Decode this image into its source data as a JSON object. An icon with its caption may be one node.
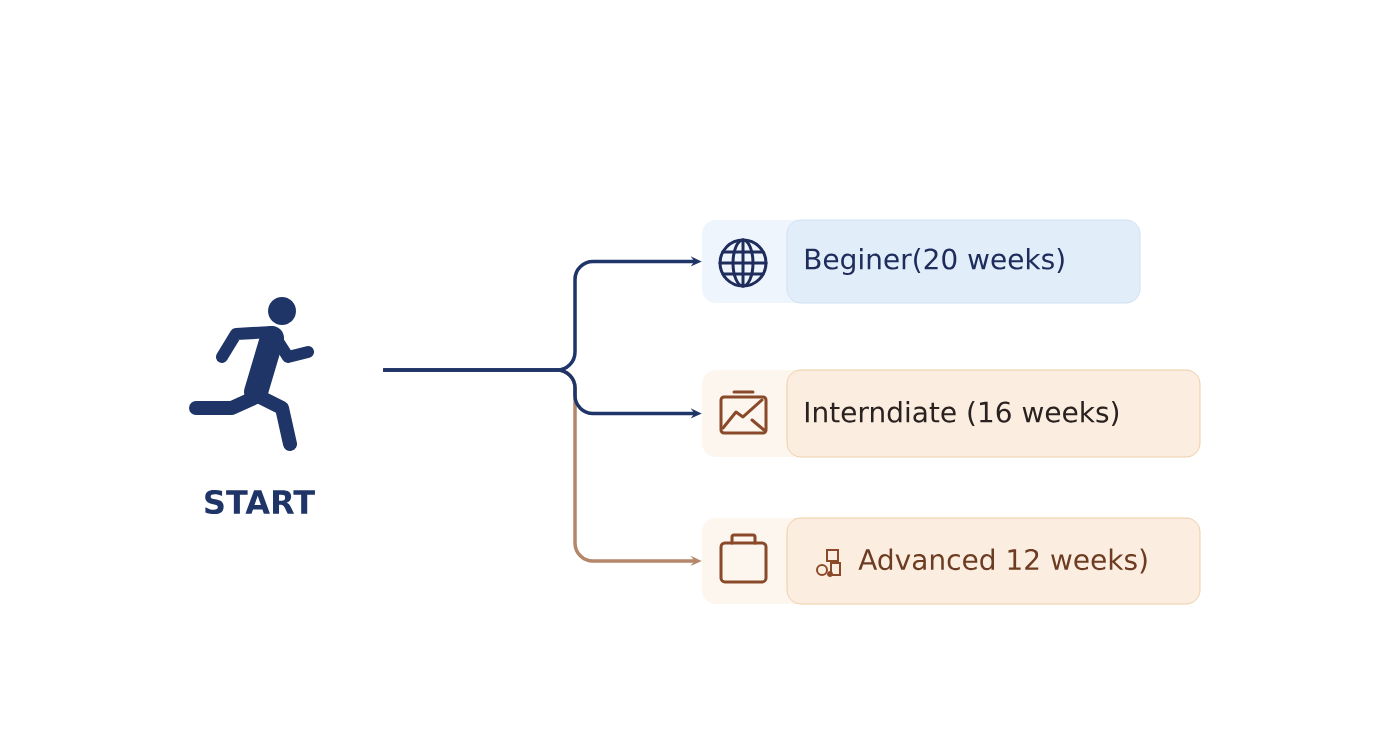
{
  "diagram": {
    "nodes": [
      {
        "text": [
          "START"
        ]
      },
      {
        "text": [
          "Beginer(20 weeks)"
        ]
      },
      {
        "text": [
          "Interndiate (16 weeks)"
        ]
      },
      {
        "text": [
          "Advanced 12 weeks)"
        ]
      }
    ],
    "edges": [
      {
        "from": 0,
        "to": 3,
        "arrow": "to",
        "color": "#b5876a"
      },
      {
        "from": 0,
        "to": 1,
        "arrow": "to"
      },
      {
        "from": 0,
        "to": 2,
        "arrow": "to"
      }
    ]
  }
}
